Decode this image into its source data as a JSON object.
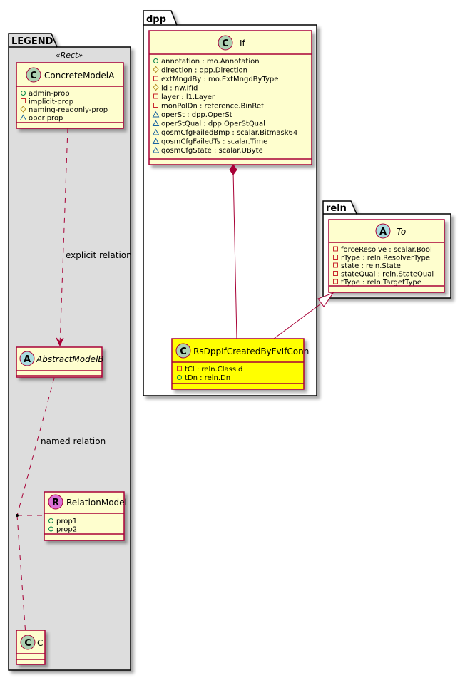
{
  "colors": {
    "class_fill": "#FEFECE",
    "class_border": "#A80036",
    "highlight_fill": "#FFFF00",
    "legend_bg": "#DDDDDD",
    "badge_class": "#ADD1B2",
    "badge_abstract": "#A9DCDF",
    "badge_relation": "#DA70D6",
    "vis_public": "#038048",
    "vis_private": "#C82930",
    "vis_protected": "#B38D22",
    "vis_package": "#1963A0"
  },
  "packages": {
    "legend": {
      "title": "LEGEND",
      "stereotype": "«Rect»",
      "concrete": {
        "badge": "C",
        "name": "ConcreteModelA",
        "attrs": [
          {
            "vis": "public",
            "text": "admin-prop"
          },
          {
            "vis": "private",
            "text": "implicit-prop"
          },
          {
            "vis": "protected",
            "text": "naming-readonly-prop"
          },
          {
            "vis": "package",
            "text": "oper-prop"
          }
        ]
      },
      "abstract": {
        "badge": "A",
        "name": "AbstractModelB"
      },
      "relation": {
        "badge": "R",
        "name": "RelationModel",
        "attrs": [
          {
            "vis": "public",
            "text": "prop1"
          },
          {
            "vis": "public",
            "text": "prop2"
          }
        ]
      },
      "c": {
        "badge": "C",
        "name": "C"
      },
      "edge_explicit": "explicit relation",
      "edge_named": "named relation"
    },
    "dpp": {
      "title": "dpp",
      "if_class": {
        "badge": "C",
        "name": "If",
        "attrs": [
          {
            "vis": "public",
            "text": "annotation : mo.Annotation"
          },
          {
            "vis": "protected",
            "text": "direction : dpp.Direction"
          },
          {
            "vis": "private",
            "text": "extMngdBy : mo.ExtMngdByType"
          },
          {
            "vis": "protected",
            "text": "id : nw.IfId"
          },
          {
            "vis": "private",
            "text": "layer : l1.Layer"
          },
          {
            "vis": "private",
            "text": "monPolDn : reference.BinRef"
          },
          {
            "vis": "package",
            "text": "operSt : dpp.OperSt"
          },
          {
            "vis": "package",
            "text": "operStQual : dpp.OperStQual"
          },
          {
            "vis": "package",
            "text": "qosmCfgFailedBmp : scalar.Bitmask64"
          },
          {
            "vis": "package",
            "text": "qosmCfgFailedTs : scalar.Time"
          },
          {
            "vis": "package",
            "text": "qosmCfgState : scalar.UByte"
          }
        ]
      },
      "rs_class": {
        "badge": "C",
        "name": "RsDppIfCreatedByFvIfConn",
        "attrs": [
          {
            "vis": "private",
            "text": "tCl : reln.ClassId"
          },
          {
            "vis": "public",
            "text": "tDn : reln.Dn"
          }
        ]
      }
    },
    "reln": {
      "title": "reln",
      "to_class": {
        "badge": "A",
        "name": "To",
        "attrs": [
          {
            "vis": "private",
            "text": "forceResolve : scalar.Bool"
          },
          {
            "vis": "private",
            "text": "rType : reln.ResolverType"
          },
          {
            "vis": "private",
            "text": "state : reln.State"
          },
          {
            "vis": "private",
            "text": "stateQual : reln.StateQual"
          },
          {
            "vis": "private",
            "text": "tType : reln.TargetType"
          }
        ]
      }
    }
  }
}
